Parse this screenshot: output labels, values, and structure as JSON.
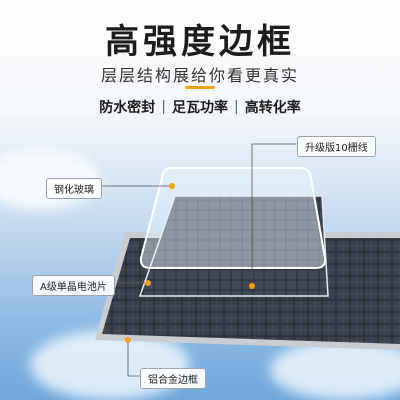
{
  "header": {
    "title": "高强度边框",
    "subtitle": "层层结构展给你看更真实"
  },
  "features": [
    "防水密封",
    "足瓦功率",
    "高转化率"
  ],
  "callouts": {
    "upgrade": "升级版10栅线",
    "glass": "钢化玻璃",
    "cell": "A级单晶电池片",
    "frame": "铝合金边框"
  },
  "colors": {
    "accent": "#f0a21a",
    "cell": "#2a2f38",
    "frame": "#c9ccd1"
  }
}
